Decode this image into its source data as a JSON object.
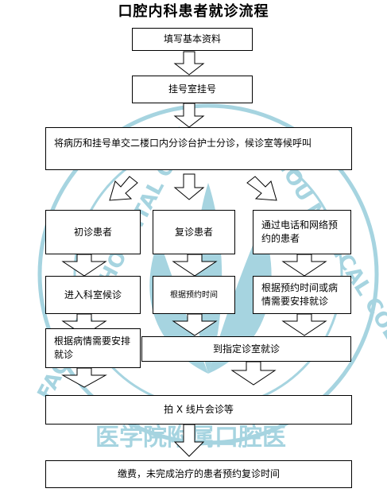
{
  "title": "口腔内科患者就诊流程",
  "watermark": {
    "text_left": "FACULTY & HOSPITAL OF S",
    "text_right": "HOU MEDICAL COLLEGE",
    "text_bottom": "医学院附属口腔医",
    "color": "#a6d4e0"
  },
  "steps": {
    "fill_info": "填写基本资料",
    "registration": "挂号室挂号",
    "triage": "将病历和挂号单交二楼口内分诊台护士分诊，候诊室等候呼叫",
    "first_visit": "初诊患者",
    "return_visit": "复诊患者",
    "appointment": "通过电话和网络预约的患者",
    "enter_waiting": "进入科室候诊",
    "by_appt_time": "根据预约时间",
    "by_appt_time_condition": "根据预约时间或病情需要安排就诊",
    "by_condition": "根据病情需要安排就诊",
    "to_clinic": "到指定诊室就诊",
    "xray": "拍 X 线片会诊等",
    "payment": "缴费，未完成治疗的患者预约复诊时间"
  }
}
